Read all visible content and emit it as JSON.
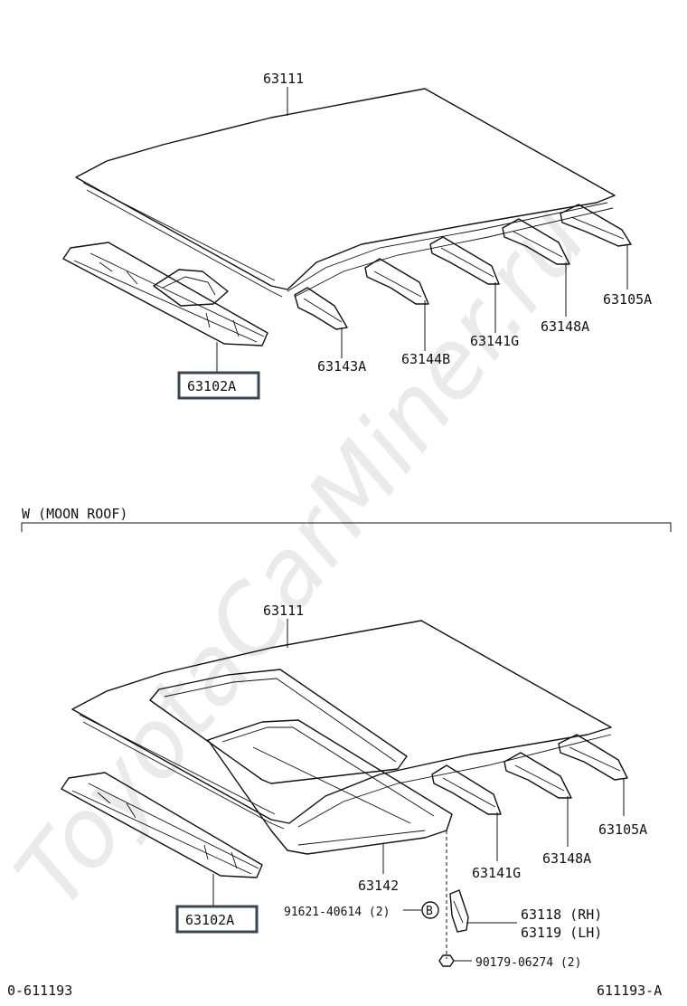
{
  "section_label": "W (MOON ROOF)",
  "top": {
    "roof": "63111",
    "front_panel": "63102A",
    "reinforcements": [
      "63143A",
      "63144B",
      "63141G",
      "63148A",
      "63105A"
    ]
  },
  "bottom": {
    "roof": "63111",
    "front_panel": "63102A",
    "housing": "63142",
    "reinforcements": [
      "63141G",
      "63148A",
      "63105A"
    ],
    "clip": "91621-40614 (2)",
    "bracket_rh": "63118 (RH)",
    "bracket_lh": "63119 (LH)",
    "nut": "90179-06274 (2)"
  },
  "footer_left": "0-611193",
  "footer_right": "611193-A",
  "watermark": "ToyotaCarMiner.ru",
  "callout_mark": "B"
}
